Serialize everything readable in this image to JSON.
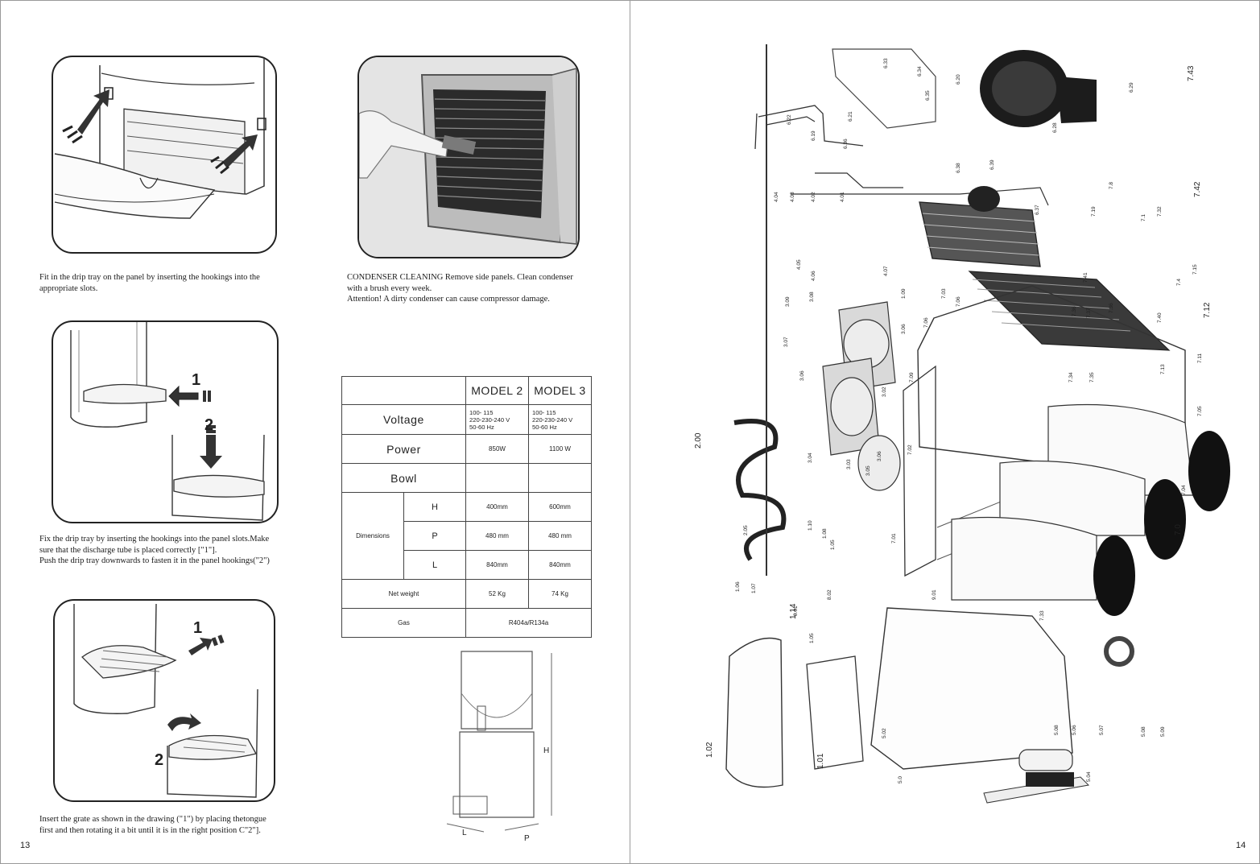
{
  "pages": {
    "left_number": "13",
    "right_number": "14"
  },
  "captions": {
    "drip_tray_fit": [
      "Fit in the drip tray on the panel by inserting the hookings into the",
      "appropriate slots."
    ],
    "condenser": [
      "CONDENSER CLEANING Remove side panels. Clean condenser",
      "with a brush every week.",
      "Attention! A dirty condenser can cause compressor damage."
    ],
    "drip_tray_fix": [
      "Fix the drip tray by inserting the hookings into the panel slots.Make",
      "sure that the discharge tube is placed correctly [\"1\"].",
      "Push the drip tray downwards to fasten it in the panel hookings(\"2\")"
    ],
    "grate": [
      "Insert the grate as shown in the drawing  (\"1\") by placing thetongue",
      "first and then rotating it a bit until it is in the right position C\"2\"]."
    ]
  },
  "steps": {
    "one": "1",
    "two": "2"
  },
  "spec_table": {
    "headers": [
      "MODEL 2",
      "MODEL 3"
    ],
    "voltage": {
      "label": "Voltage",
      "model2": [
        "100- 115",
        "220-230-240 V",
        "50-60 Hz"
      ],
      "model3": [
        "100- 115",
        "220-230-240 V",
        "50-60 Hz"
      ]
    },
    "power": {
      "label": "Power",
      "model2": "850W",
      "model3": "1100 W"
    },
    "bowl": {
      "label": "Bowl",
      "model2": "",
      "model3": ""
    },
    "dimensions": {
      "label": "Dimensions",
      "rows": [
        {
          "axis": "H",
          "model2": "400mm",
          "model3": "600mm"
        },
        {
          "axis": "P",
          "model2": "480 mm",
          "model3": "480 mm"
        },
        {
          "axis": "L",
          "model2": "840mm",
          "model3": "840mm"
        }
      ]
    },
    "net_weight": {
      "label": "Net weight",
      "model2": "52 Kg",
      "model3": "74 Kg"
    },
    "gas": {
      "label": "Gas",
      "value": "R404a/R134a"
    }
  },
  "dimension_drawing": {
    "h": "H",
    "l": "L",
    "p": "P"
  },
  "exploded_labels": [
    "6.33",
    "6.34",
    "6.35",
    "6.20",
    "6.28",
    "6.29",
    "7.43",
    "6.22",
    "6.19",
    "6.21",
    "6.36",
    "6.38",
    "6.39",
    "6.37",
    "7.8",
    "7.42",
    "4.04",
    "4.03",
    "4.02",
    "4.01",
    "7.19",
    "7.1",
    "7.32",
    "4.05",
    "4.06",
    "4.07",
    "7.41",
    "7.15",
    "7.4",
    "3.09",
    "3.08",
    "1.09",
    "7.03",
    "7.06",
    "7.06",
    "7.36",
    "7.37",
    "7.36",
    "7.40",
    "7.12",
    "3.07",
    "3.06",
    "3.06",
    "7.11",
    "7.13",
    "7.34",
    "7.35",
    "3.02",
    "7.09",
    "7.02",
    "7.05",
    "2.00",
    "3.04",
    "3.06",
    "3.03",
    "3.05",
    "7.01",
    "7.04",
    "7.0",
    "2.05",
    "1.10",
    "1.08",
    "1.05",
    "1.06",
    "1.07",
    "8.01",
    "8.02",
    "9.01",
    "1.14",
    "1.05",
    "7.33",
    "5.02",
    "5.08",
    "5.06",
    "5.07",
    "5.08",
    "5.09",
    "1.02",
    "1.01",
    "5.0",
    "5.04"
  ]
}
